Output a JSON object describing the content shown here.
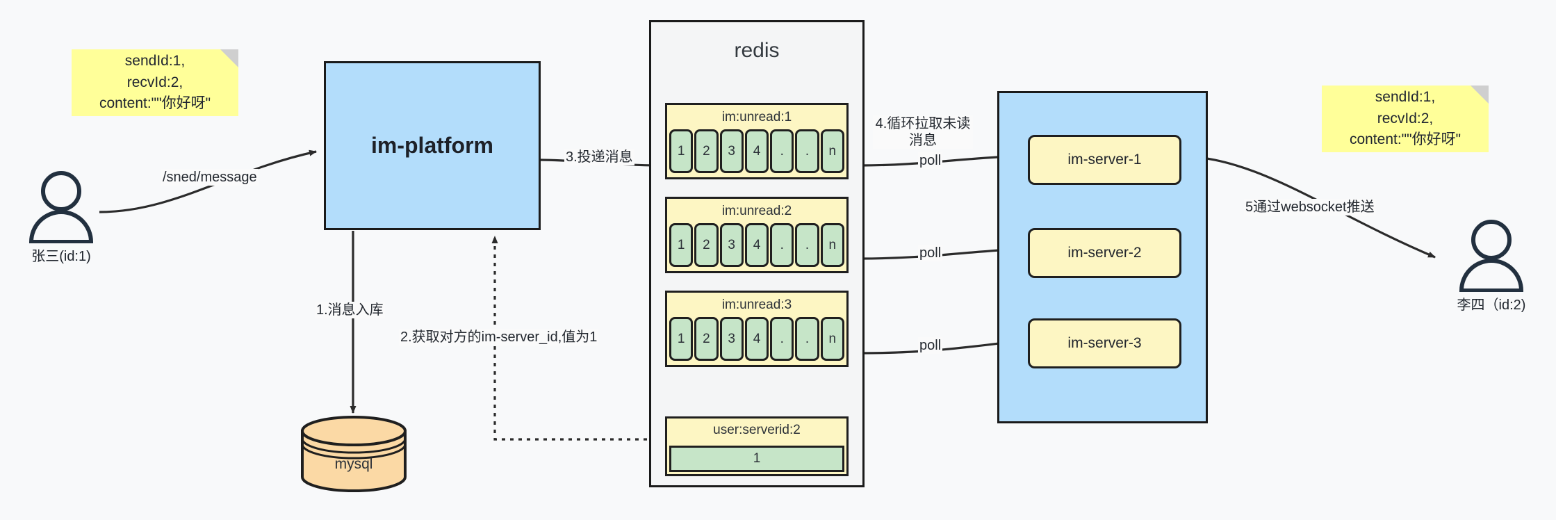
{
  "diagram": {
    "title": "IM message delivery architecture",
    "colors": {
      "background": "#f8f9fa",
      "note_yellow": "#ffff99",
      "box_blue": "#b3ddfb",
      "box_yellow": "#fdf6c3",
      "cell_green": "#c6e5c8",
      "db_orange": "#fbd9a5",
      "stroke": "#1a1a1a"
    }
  },
  "notes": {
    "left": "sendId:1,\nrecvId:2,\ncontent:\"\"你好呀\"",
    "right": "sendId:1,\nrecvId:2,\ncontent:\"\"你好呀\""
  },
  "actors": {
    "sender": {
      "label": "张三(id:1)",
      "icon": "user-icon"
    },
    "receiver": {
      "label": "李四（id:2)",
      "icon": "user-icon"
    }
  },
  "platform": {
    "label": "im-platform"
  },
  "database": {
    "label": "mysql",
    "icon": "database-cylinder-icon"
  },
  "redis": {
    "title": "redis",
    "queues": [
      {
        "key": "im:unread:1",
        "cells": [
          "1",
          "2",
          "3",
          "4",
          ".",
          ".",
          "n"
        ]
      },
      {
        "key": "im:unread:2",
        "cells": [
          "1",
          "2",
          "3",
          "4",
          ".",
          ".",
          "n"
        ]
      },
      {
        "key": "im:unread:3",
        "cells": [
          "1",
          "2",
          "3",
          "4",
          ".",
          ".",
          "n"
        ]
      }
    ],
    "kv": {
      "key": "user:serverid:2",
      "value": "1"
    }
  },
  "servers": {
    "items": [
      {
        "label": "im-server-1"
      },
      {
        "label": "im-server-2"
      },
      {
        "label": "im-server-3"
      }
    ]
  },
  "edges": {
    "send_message": "/sned/message",
    "step1": "1.消息入库",
    "step2": "2.获取对方的im-server_id,值为1",
    "step3": "3.投递消息",
    "step4": "4.循环拉取未读消息",
    "poll1": "poll",
    "poll2": "poll",
    "poll3": "poll",
    "step5": "5通过websocket推送"
  }
}
